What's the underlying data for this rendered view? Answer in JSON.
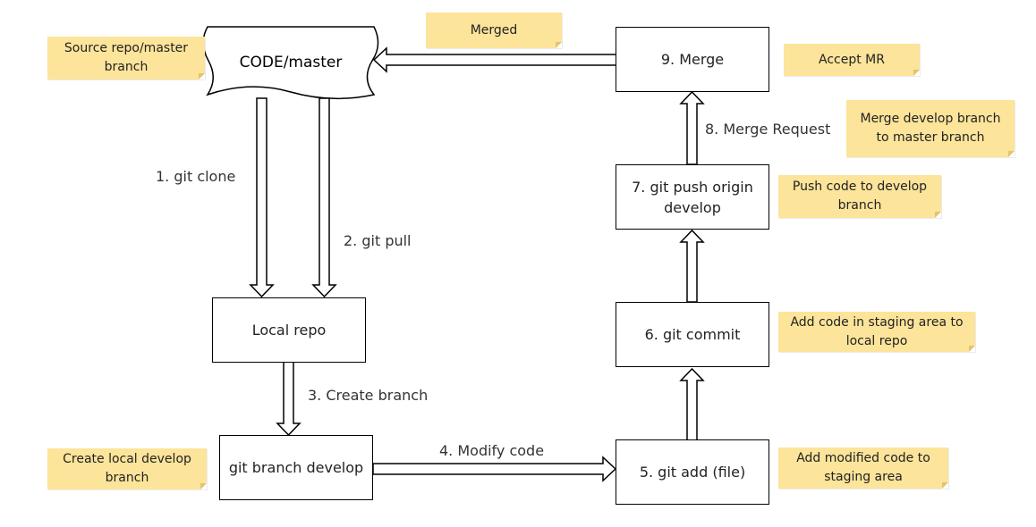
{
  "source": {
    "label": "CODE/master"
  },
  "boxes": {
    "local_repo": "Local repo",
    "git_branch": "git branch develop",
    "git_add": "5. git add (file)",
    "git_commit": "6. git commit",
    "git_push": "7. git push origin\ndevelop",
    "merge": "9. Merge"
  },
  "edges": {
    "clone": "1. git clone",
    "pull": "2. git pull",
    "create_branch": "3. Create branch",
    "modify_code": "4. Modify code",
    "merge_request": "8. Merge Request"
  },
  "notes": {
    "source_repo": "Source repo/master\nbranch",
    "merged": "Merged",
    "accept_mr": "Accept MR",
    "merge_develop": "Merge develop branch\nto master branch",
    "push_code": "Push code to develop\nbranch",
    "add_code": "Add code in staging area to\nlocal repo",
    "add_modified": "Add modified code to\nstaging area",
    "create_local": "Create local develop\nbranch"
  },
  "colors": {
    "note_fill": "#fce49a",
    "stroke": "#000000"
  }
}
